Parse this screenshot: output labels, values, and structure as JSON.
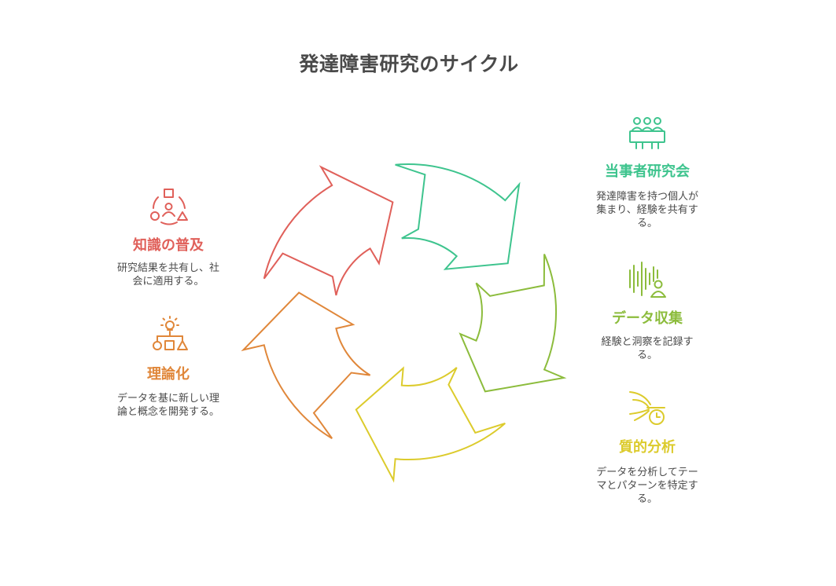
{
  "title": "発達障害研究のサイクル",
  "colors": {
    "red": "#e0605a",
    "teal": "#3ec48e",
    "olive": "#8cbc3c",
    "yellow": "#dccb2c",
    "orange": "#e0873a",
    "text": "#4a4a4a"
  },
  "stages": [
    {
      "label": "当事者研究会",
      "description": "発達障害を持つ個人が集まり、経験を共有する。",
      "icon": "group-meeting-icon",
      "color": "#3ec48e"
    },
    {
      "label": "データ収集",
      "description": "経験と洞察を記録する。",
      "icon": "sound-wave-person-icon",
      "color": "#8cbc3c"
    },
    {
      "label": "質的分析",
      "description": "データを分析してテーマとパターンを特定する。",
      "icon": "analysis-chart-icon",
      "color": "#dccb2c"
    },
    {
      "label": "理論化",
      "description": "データを基に新しい理論と概念を開発する。",
      "icon": "lightbulb-hierarchy-icon",
      "color": "#e0873a"
    },
    {
      "label": "知識の普及",
      "description": "研究結果を共有し、社会に適用する。",
      "icon": "dissemination-shapes-icon",
      "color": "#e0605a"
    }
  ]
}
